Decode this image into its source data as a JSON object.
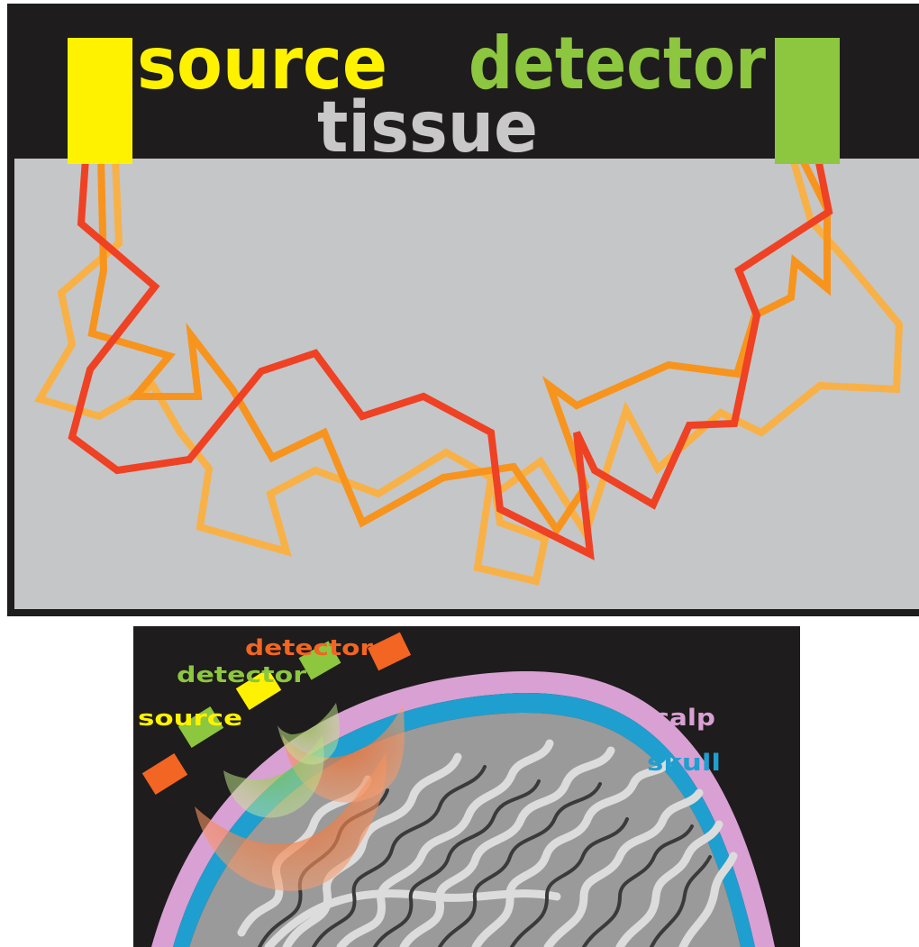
{
  "top_diagram": {
    "labels": {
      "source": "source",
      "detector": "detector",
      "tissue": "tissue"
    },
    "colors": {
      "background": "#1e1c1c",
      "tissue": "#c5c6c8",
      "source": "#fff200",
      "detector": "#8dc63f",
      "tissue_label": "#c8c8c8",
      "photon_path_red": "#ef4123",
      "photon_path_orange": "#f7941d",
      "photon_path_yellow": "#fbb040"
    }
  },
  "bottom_diagram": {
    "labels": {
      "far_detector": "detector",
      "near_detector": "detector",
      "source": "source",
      "scalp": "scalp",
      "skull": "skull"
    },
    "colors": {
      "background": "#1e1c1c",
      "far_detector": "#f26522",
      "near_detector": "#8dc63f",
      "source": "#fff200",
      "scalp": "#d9a0d4",
      "skull": "#1f9fcf",
      "brain_gray": "#9a9a9a",
      "brain_white": "#d6d6d6"
    }
  }
}
